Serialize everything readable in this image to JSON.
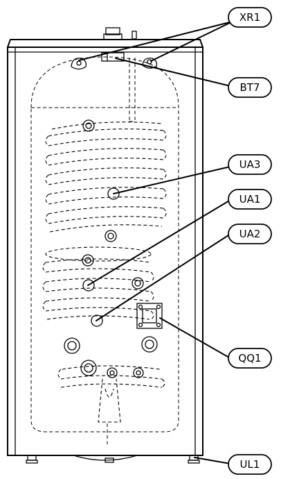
{
  "labels": {
    "xr1": "XR1",
    "bt7": "BT7",
    "ua3": "UA3",
    "ua1": "UA1",
    "ua2": "UA2",
    "qq1": "QQ1",
    "ul1": "UL1"
  },
  "colors": {
    "stroke": "#000000",
    "background": "#ffffff"
  }
}
